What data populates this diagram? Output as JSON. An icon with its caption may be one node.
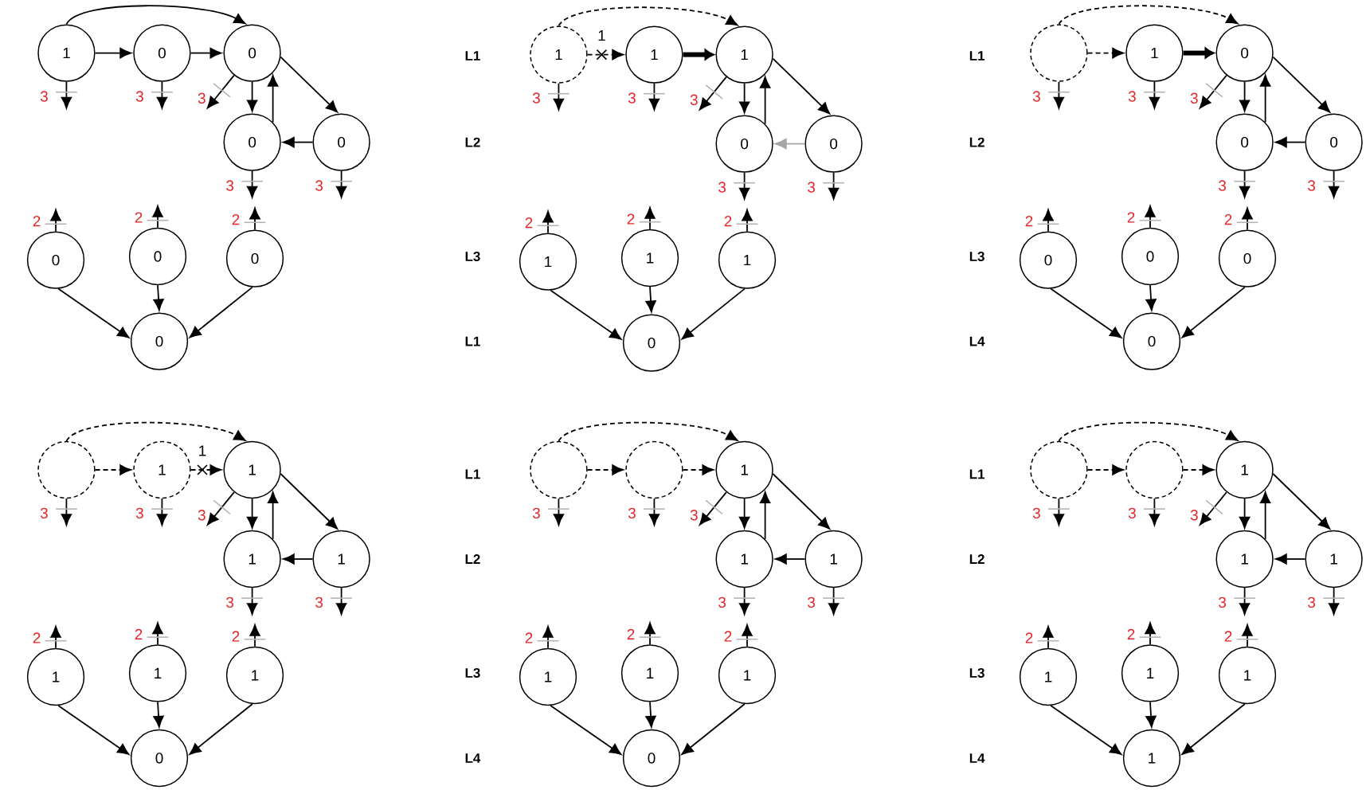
{
  "diagram": {
    "nodes": [
      {
        "text": [
          "1"
        ]
      },
      {
        "text": [
          "0"
        ]
      },
      {
        "text": [
          "0"
        ]
      },
      {
        "text": [
          "0"
        ]
      },
      {
        "text": [
          "0"
        ]
      },
      {
        "text": [
          "0"
        ]
      },
      {
        "text": [
          "0"
        ]
      },
      {
        "text": [
          "0"
        ]
      },
      {
        "text": [
          "0"
        ]
      },
      {
        "text": [
          "1"
        ]
      },
      {
        "text": [
          "1"
        ]
      },
      {
        "text": [
          "1"
        ]
      },
      {
        "text": [
          "0"
        ]
      },
      {
        "text": [
          "0"
        ]
      },
      {
        "text": [
          "1"
        ]
      },
      {
        "text": [
          "1"
        ]
      },
      {
        "text": [
          "1"
        ]
      },
      {
        "text": [
          "0"
        ]
      },
      {
        "text": [],
        "shape": "circle"
      },
      {
        "text": [
          "1"
        ]
      },
      {
        "text": [
          "0"
        ]
      },
      {
        "text": [
          "0"
        ]
      },
      {
        "text": [
          "0"
        ]
      },
      {
        "text": [
          "0"
        ]
      },
      {
        "text": [
          "0"
        ]
      },
      {
        "text": [
          "0"
        ]
      },
      {
        "text": [
          "0"
        ]
      },
      {
        "text": [],
        "shape": "circle"
      },
      {
        "text": [
          "1"
        ]
      },
      {
        "text": [
          "1"
        ]
      },
      {
        "text": [
          "1"
        ]
      },
      {
        "text": [
          "1"
        ]
      },
      {
        "text": [
          "1"
        ]
      },
      {
        "text": [
          "1"
        ]
      },
      {
        "text": [
          "1"
        ]
      },
      {
        "text": [
          "0"
        ]
      },
      {
        "text": [],
        "shape": "circle"
      },
      {
        "text": [],
        "shape": "circle"
      },
      {
        "text": [
          "1"
        ]
      },
      {
        "text": [
          "1"
        ]
      },
      {
        "text": [
          "1"
        ]
      },
      {
        "text": [
          "1"
        ]
      },
      {
        "text": [
          "1"
        ]
      },
      {
        "text": [
          "1"
        ]
      },
      {
        "text": [
          "0"
        ]
      },
      {
        "text": [],
        "shape": "circle"
      },
      {
        "text": [],
        "shape": "circle"
      },
      {
        "text": [
          "1"
        ]
      },
      {
        "text": [
          "1"
        ]
      },
      {
        "text": [
          "1"
        ]
      },
      {
        "text": [
          "1"
        ]
      },
      {
        "text": [
          "1"
        ]
      },
      {
        "text": [
          "1"
        ]
      },
      {
        "text": [
          "1"
        ]
      }
    ],
    "edges": [
      {
        "from": 0,
        "to": 2,
        "arrow": "to"
      },
      {
        "from": 0,
        "to": 1,
        "arrow": "to"
      },
      {
        "from": 1,
        "to": 2,
        "arrow": "to"
      },
      {
        "from": 2,
        "to": 3,
        "arrow": "to"
      },
      {
        "from": 3,
        "to": 2,
        "arrow": "to"
      },
      {
        "from": 2,
        "to": 4,
        "arrow": "to"
      },
      {
        "from": 4,
        "to": 3,
        "arrow": "to"
      },
      {
        "from": 0,
        "to": null,
        "arrow": "to",
        "label": "3"
      },
      {
        "from": 1,
        "to": null,
        "arrow": "to",
        "label": "3"
      },
      {
        "from": 2,
        "to": null,
        "arrow": "to",
        "label": "3"
      },
      {
        "from": 3,
        "to": null,
        "arrow": "to",
        "label": "3"
      },
      {
        "from": 4,
        "to": null,
        "arrow": "to",
        "label": "3"
      },
      {
        "from": 5,
        "to": null,
        "arrow": "to",
        "label": "2"
      },
      {
        "from": 6,
        "to": null,
        "arrow": "to",
        "label": "2"
      },
      {
        "from": 7,
        "to": null,
        "arrow": "to",
        "label": "2"
      },
      {
        "from": 5,
        "to": 8,
        "arrow": "to"
      },
      {
        "from": 6,
        "to": 8,
        "arrow": "to"
      },
      {
        "from": 7,
        "to": 8,
        "arrow": "to"
      },
      {
        "from": 9,
        "to": 11,
        "arrow": "to",
        "style": "dashed"
      },
      {
        "from": 9,
        "to": 10,
        "arrow": "to",
        "style": "dashed",
        "label": "1"
      },
      {
        "from": 10,
        "to": 11,
        "arrow": "to",
        "style": "thick"
      },
      {
        "from": 11,
        "to": 12,
        "arrow": "to"
      },
      {
        "from": 12,
        "to": 11,
        "arrow": "to"
      },
      {
        "from": 11,
        "to": 13,
        "arrow": "to"
      },
      {
        "from": 13,
        "to": 12,
        "arrow": "to",
        "color": "#a6a6a6"
      },
      {
        "from": 9,
        "to": null,
        "arrow": "to",
        "label": "3"
      },
      {
        "from": 10,
        "to": null,
        "arrow": "to",
        "label": "3"
      },
      {
        "from": 11,
        "to": null,
        "arrow": "to",
        "label": "3"
      },
      {
        "from": 12,
        "to": null,
        "arrow": "to",
        "label": "3"
      },
      {
        "from": 13,
        "to": null,
        "arrow": "to",
        "label": "3"
      },
      {
        "from": 14,
        "to": null,
        "arrow": "to",
        "label": "2"
      },
      {
        "from": 15,
        "to": null,
        "arrow": "to",
        "label": "2"
      },
      {
        "from": 16,
        "to": null,
        "arrow": "to",
        "label": "2"
      },
      {
        "from": 14,
        "to": 17,
        "arrow": "to"
      },
      {
        "from": 15,
        "to": 17,
        "arrow": "to"
      },
      {
        "from": 16,
        "to": 17,
        "arrow": "to"
      },
      {
        "from": 18,
        "to": 20,
        "arrow": "to",
        "style": "dashed"
      },
      {
        "from": 18,
        "to": 19,
        "arrow": "to",
        "style": "dashed"
      },
      {
        "from": 19,
        "to": 20,
        "arrow": "to",
        "style": "thick"
      },
      {
        "from": 20,
        "to": 21,
        "arrow": "to"
      },
      {
        "from": 21,
        "to": 20,
        "arrow": "to"
      },
      {
        "from": 20,
        "to": 22,
        "arrow": "to"
      },
      {
        "from": 22,
        "to": 21,
        "arrow": "to"
      },
      {
        "from": 18,
        "to": null,
        "arrow": "to",
        "label": "3"
      },
      {
        "from": 19,
        "to": null,
        "arrow": "to",
        "label": "3"
      },
      {
        "from": 20,
        "to": null,
        "arrow": "to",
        "label": "3"
      },
      {
        "from": 21,
        "to": null,
        "arrow": "to",
        "label": "3"
      },
      {
        "from": 22,
        "to": null,
        "arrow": "to",
        "label": "3"
      },
      {
        "from": 23,
        "to": null,
        "arrow": "to",
        "label": "2"
      },
      {
        "from": 24,
        "to": null,
        "arrow": "to",
        "label": "2"
      },
      {
        "from": 25,
        "to": null,
        "arrow": "to",
        "label": "2"
      },
      {
        "from": 23,
        "to": 26,
        "arrow": "to"
      },
      {
        "from": 24,
        "to": 26,
        "arrow": "to"
      },
      {
        "from": 25,
        "to": 26,
        "arrow": "to"
      },
      {
        "from": 27,
        "to": 29,
        "arrow": "to",
        "style": "dashed"
      },
      {
        "from": 27,
        "to": 28,
        "arrow": "to",
        "style": "dashed"
      },
      {
        "from": 28,
        "to": 29,
        "arrow": "to",
        "style": "dashed",
        "label": "1"
      },
      {
        "from": 29,
        "to": 30,
        "arrow": "to"
      },
      {
        "from": 30,
        "to": 29,
        "arrow": "to"
      },
      {
        "from": 29,
        "to": 31,
        "arrow": "to"
      },
      {
        "from": 31,
        "to": 30,
        "arrow": "to"
      },
      {
        "from": 27,
        "to": null,
        "arrow": "to",
        "label": "3"
      },
      {
        "from": 28,
        "to": null,
        "arrow": "to",
        "label": "3"
      },
      {
        "from": 29,
        "to": null,
        "arrow": "to",
        "label": "3"
      },
      {
        "from": 30,
        "to": null,
        "arrow": "to",
        "label": "3"
      },
      {
        "from": 31,
        "to": null,
        "arrow": "to",
        "label": "3"
      },
      {
        "from": 32,
        "to": null,
        "arrow": "to",
        "label": "2"
      },
      {
        "from": 33,
        "to": null,
        "arrow": "to",
        "label": "2"
      },
      {
        "from": 34,
        "to": null,
        "arrow": "to",
        "label": "2"
      },
      {
        "from": 32,
        "to": 35,
        "arrow": "to"
      },
      {
        "from": 33,
        "to": 35,
        "arrow": "to"
      },
      {
        "from": 34,
        "to": 35,
        "arrow": "to"
      },
      {
        "from": 36,
        "to": 38,
        "arrow": "to",
        "style": "dashed"
      },
      {
        "from": 36,
        "to": 37,
        "arrow": "to",
        "style": "dashed"
      },
      {
        "from": 37,
        "to": 38,
        "arrow": "to",
        "style": "dashed"
      },
      {
        "from": 38,
        "to": 39,
        "arrow": "to"
      },
      {
        "from": 39,
        "to": 38,
        "arrow": "to"
      },
      {
        "from": 38,
        "to": 40,
        "arrow": "to"
      },
      {
        "from": 40,
        "to": 39,
        "arrow": "to"
      },
      {
        "from": 36,
        "to": null,
        "arrow": "to",
        "label": "3"
      },
      {
        "from": 37,
        "to": null,
        "arrow": "to",
        "label": "3"
      },
      {
        "from": 38,
        "to": null,
        "arrow": "to",
        "label": "3"
      },
      {
        "from": 39,
        "to": null,
        "arrow": "to",
        "label": "3"
      },
      {
        "from": 40,
        "to": null,
        "arrow": "to",
        "label": "3"
      },
      {
        "from": 41,
        "to": null,
        "arrow": "to",
        "label": "2"
      },
      {
        "from": 42,
        "to": null,
        "arrow": "to",
        "label": "2"
      },
      {
        "from": 43,
        "to": null,
        "arrow": "to",
        "label": "2"
      },
      {
        "from": 41,
        "to": 44,
        "arrow": "to"
      },
      {
        "from": 42,
        "to": 44,
        "arrow": "to"
      },
      {
        "from": 43,
        "to": 44,
        "arrow": "to"
      },
      {
        "from": 45,
        "to": 47,
        "arrow": "to",
        "style": "dashed"
      },
      {
        "from": 45,
        "to": 46,
        "arrow": "to",
        "style": "dashed"
      },
      {
        "from": 46,
        "to": 47,
        "arrow": "to",
        "style": "dashed"
      },
      {
        "from": 47,
        "to": 48,
        "arrow": "to"
      },
      {
        "from": 48,
        "to": 47,
        "arrow": "to"
      },
      {
        "from": 47,
        "to": 49,
        "arrow": "to"
      },
      {
        "from": 49,
        "to": 48,
        "arrow": "to"
      },
      {
        "from": 45,
        "to": null,
        "arrow": "to",
        "label": "3"
      },
      {
        "from": 46,
        "to": null,
        "arrow": "to",
        "label": "3"
      },
      {
        "from": 47,
        "to": null,
        "arrow": "to",
        "label": "3"
      },
      {
        "from": 48,
        "to": null,
        "arrow": "to",
        "label": "3"
      },
      {
        "from": 49,
        "to": null,
        "arrow": "to",
        "label": "3"
      },
      {
        "from": 50,
        "to": null,
        "arrow": "to",
        "label": "2"
      },
      {
        "from": 51,
        "to": null,
        "arrow": "to",
        "label": "2"
      },
      {
        "from": 52,
        "to": null,
        "arrow": "to",
        "label": "2"
      },
      {
        "from": 50,
        "to": 53,
        "arrow": "to"
      },
      {
        "from": 51,
        "to": 53,
        "arrow": "to"
      },
      {
        "from": 52,
        "to": 53,
        "arrow": "to"
      }
    ],
    "labels": [
      "L1",
      "L2",
      "L3",
      "L1",
      "L1",
      "L2",
      "L3",
      "L4",
      "L1",
      "L2",
      "L3",
      "L4",
      "L1",
      "L2",
      "L3",
      "L4"
    ]
  }
}
